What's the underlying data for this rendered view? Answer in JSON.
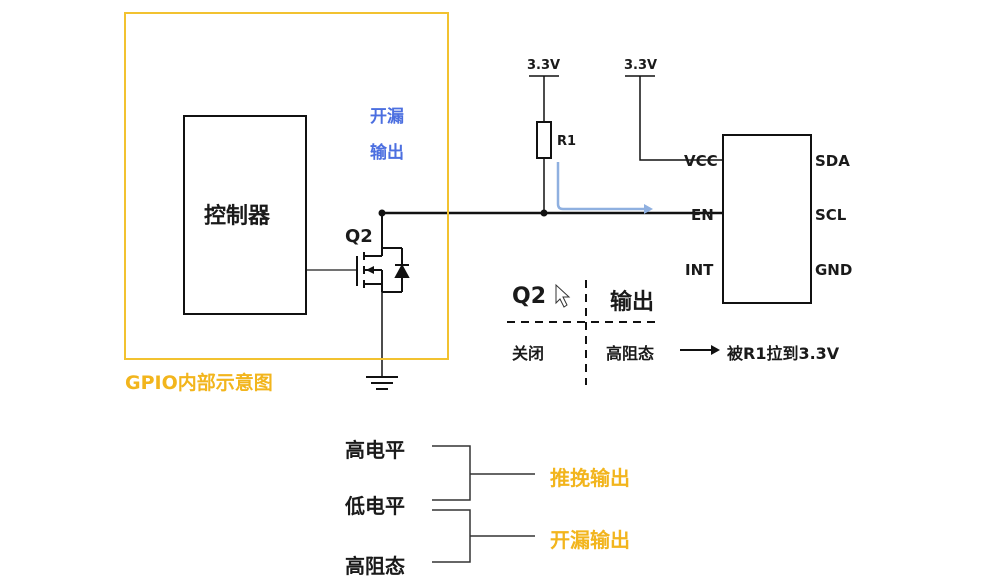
{
  "gpio_label": "GPIO内部示意图",
  "controller_label": "控制器",
  "transistor_label": "Q2",
  "open_drain_line1": "开漏",
  "open_drain_line2": "输出",
  "vcc_left": "3.3V",
  "vcc_right": "3.3V",
  "resistor_label": "R1",
  "chip_pins": {
    "vcc": "VCC",
    "en": "EN",
    "int": "INT",
    "sda": "SDA",
    "scl": "SCL",
    "gnd": "GND"
  },
  "table": {
    "header_q2": "Q2",
    "header_output": "输出",
    "row_q2": "关闭",
    "row_output": "高阻态",
    "row_result": "被R1拉到3.3V"
  },
  "levels": {
    "high": "高电平",
    "low": "低电平",
    "high_z": "高阻态"
  },
  "modes": {
    "push_pull": "推挽输出",
    "open_drain": "开漏输出"
  },
  "colors": {
    "gpio_box": "#f2c230",
    "annotation_blue": "#4c6fe0",
    "current_arrow": "#8fb0e0",
    "mode_text": "#f2b51d"
  }
}
